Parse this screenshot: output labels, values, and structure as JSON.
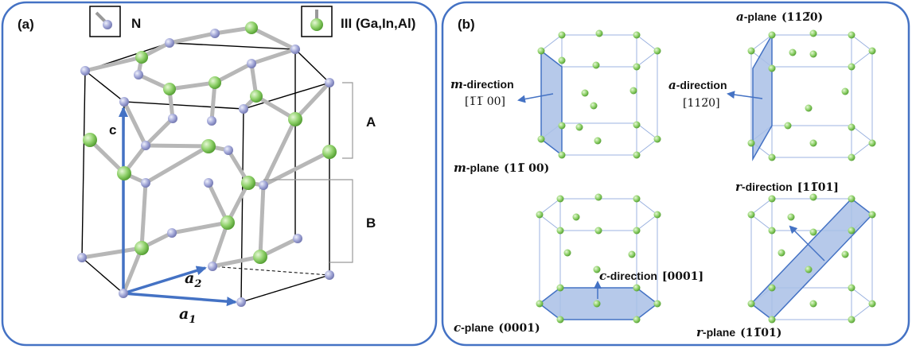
{
  "panel_a": {
    "tag": "(a)",
    "legend_n": "N",
    "legend_iii": "III (Ga,In,Al)",
    "axis_c": "c",
    "axis_a1": "a",
    "axis_a1_sub": "1",
    "axis_a2": "a",
    "axis_a2_sub": "2",
    "layer_a": "A",
    "layer_b": "B"
  },
  "panel_b": {
    "tag": "(b)",
    "m_dir_prefix": "m",
    "m_dir_word": "-direction",
    "m_dir_index": "[1̅1̅ 00]",
    "m_plane_prefix": "m",
    "m_plane_word": "-plane",
    "m_plane_index": "(11̅ 00)",
    "a_plane_prefix": "a",
    "a_plane_word": "-plane",
    "a_plane_index": "(112̅0)",
    "a_dir_prefix": "a",
    "a_dir_word": "-direction",
    "a_dir_index": "[112̅0]",
    "c_dir_prefix": "c",
    "c_dir_word": "-direction",
    "c_dir_index": "[0001]",
    "c_plane_prefix": "c",
    "c_plane_word": "-plane",
    "c_plane_index": "(0001)",
    "r_dir_prefix": "r",
    "r_dir_word": "-direction",
    "r_dir_index": "[11̅01]",
    "r_plane_prefix": "r",
    "r_plane_word": "-plane",
    "r_plane_index": "(11̅01)"
  },
  "colors": {
    "frame": "#4472c4",
    "n_atom": "#9ea3d6",
    "iii_atom": "#8fd16a",
    "bond": "#b8b8b8",
    "arrow": "#4472c4",
    "plane_fill": "#a9bfe6",
    "cell_line": "#9cb3e0"
  }
}
